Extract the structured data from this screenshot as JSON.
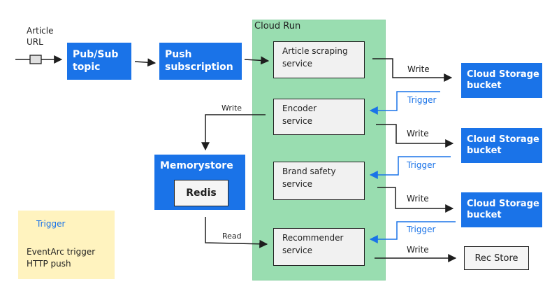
{
  "input": {
    "label_line1": "Article",
    "label_line2": "URL"
  },
  "pubsub": {
    "line1": "Pub/Sub",
    "line2": "topic"
  },
  "push": {
    "line1": "Push",
    "line2": "subscription"
  },
  "cloud_run": {
    "label": "Cloud Run",
    "services": [
      {
        "line1": "Article scraping",
        "line2": "service"
      },
      {
        "line1": "Encoder",
        "line2": "service"
      },
      {
        "line1": "Brand safety",
        "line2": "service"
      },
      {
        "line1": "Recommender",
        "line2": "service"
      }
    ]
  },
  "storage": [
    {
      "line1": "Cloud Storage",
      "line2": "bucket"
    },
    {
      "line1": "Cloud Storage",
      "line2": "bucket"
    },
    {
      "line1": "Cloud Storage",
      "line2": "bucket"
    }
  ],
  "memorystore": {
    "title": "Memorystore",
    "inner": "Redis"
  },
  "rec_store": "Rec Store",
  "edge_labels": {
    "write": "Write",
    "trigger": "Trigger",
    "encoder_write": "Write",
    "redis_read": "Read"
  },
  "legend": {
    "trigger_label": "Trigger",
    "desc_line1": "EventArc trigger",
    "desc_line2": "HTTP push"
  },
  "colors": {
    "blue": "#1a73e8",
    "cloud_run_green": "#99ddb0",
    "legend_yellow": "#fff3bf",
    "service_grey": "#f1f1f1"
  }
}
